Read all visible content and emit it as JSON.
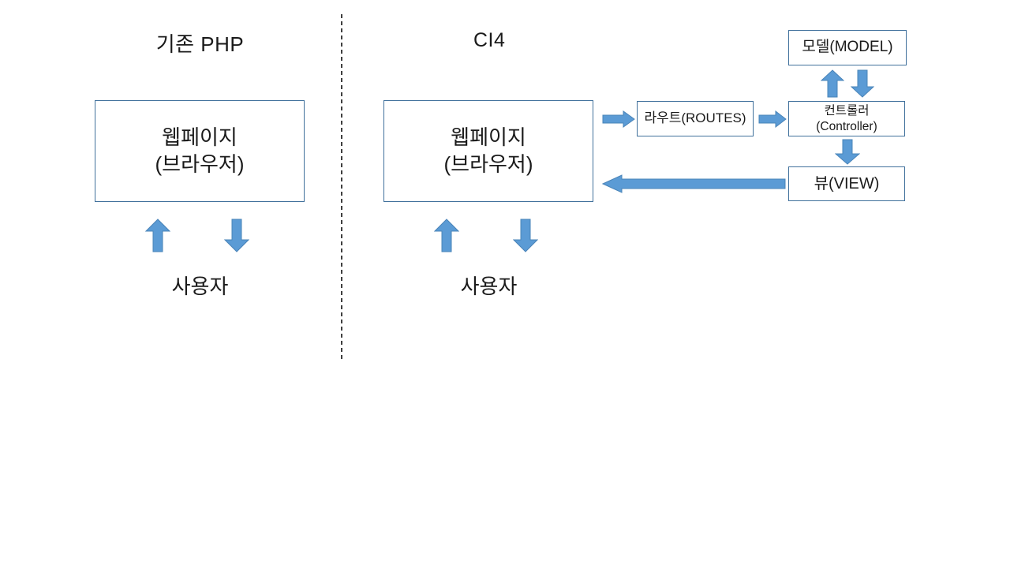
{
  "diagram": {
    "left_panel": {
      "title": "기존 PHP",
      "webpage_box": {
        "line1": "웹페이지",
        "line2": "(브라우저)"
      },
      "user_label": "사용자"
    },
    "right_panel": {
      "title": "CI4",
      "webpage_box": {
        "line1": "웹페이지",
        "line2": "(브라우저)"
      },
      "routes_box_label": "라우트(ROUTES)",
      "controller_box": {
        "line1": "컨트롤러",
        "line2": "(Controller)"
      },
      "model_box_label": "모델(MODEL)",
      "view_box_label": "뷰(VIEW)",
      "user_label": "사용자"
    },
    "colors": {
      "background": "#FFFFFF",
      "text": "#1A1A1A",
      "box-border": "#41719C",
      "arrow-fill": "#5B9BD5",
      "arrow-border": "#4A84B8",
      "divider": "#3F3F3F"
    }
  }
}
